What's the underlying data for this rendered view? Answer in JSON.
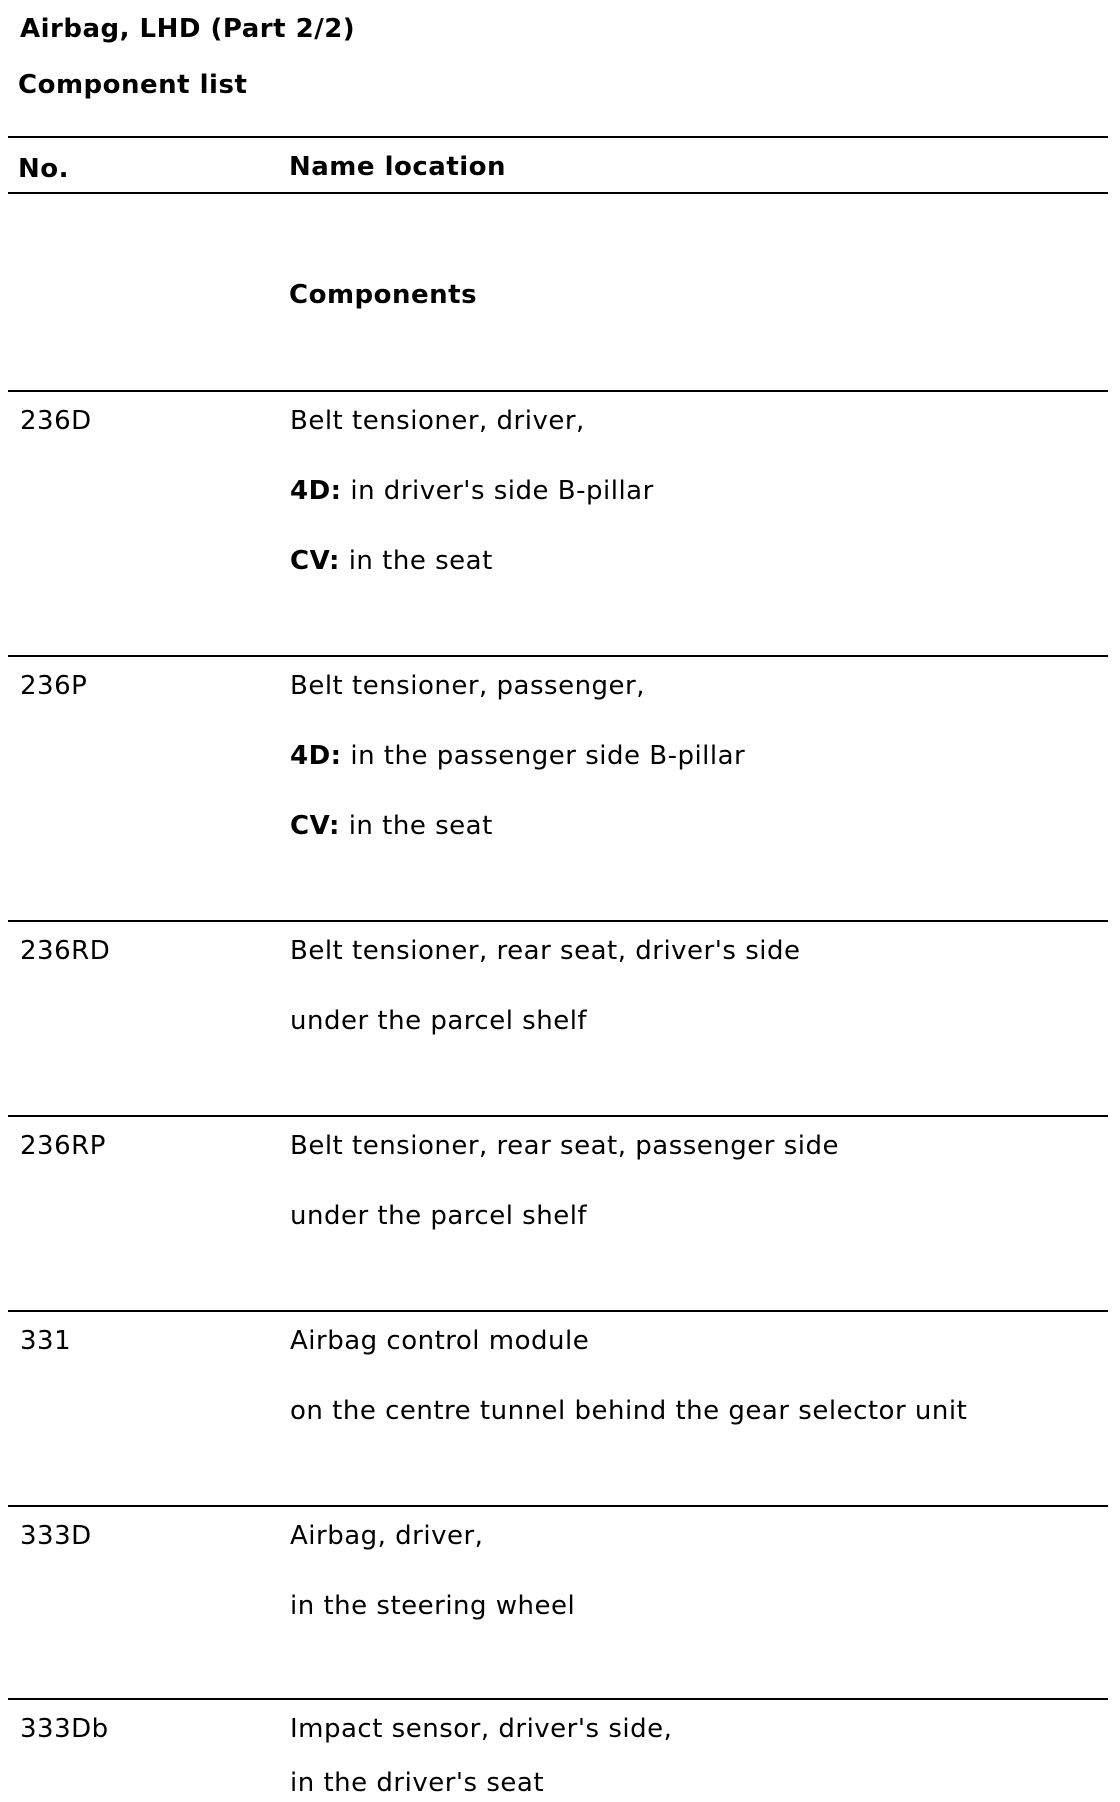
{
  "title": "Airbag, LHD (Part 2/2)",
  "subtitle": "Component list",
  "header": {
    "no": "No.",
    "name": "Name location"
  },
  "section_label": "Components",
  "entries": [
    {
      "no": "236D",
      "name": "Belt tensioner, driver,",
      "details": [
        {
          "label": "4D:",
          "text": " in driver's side B-pillar"
        },
        {
          "label": "CV:",
          "text": " in the seat"
        }
      ]
    },
    {
      "no": "236P",
      "name": "Belt tensioner, passenger,",
      "details": [
        {
          "label": "4D:",
          "text": " in the passenger side B-pillar"
        },
        {
          "label": "CV:",
          "text": " in the seat"
        }
      ]
    },
    {
      "no": "236RD",
      "name": "Belt tensioner, rear seat, driver's side",
      "details": [
        {
          "label": "",
          "text": "under the parcel shelf"
        }
      ]
    },
    {
      "no": "236RP",
      "name": "Belt tensioner, rear seat, passenger side",
      "details": [
        {
          "label": "",
          "text": "under the parcel shelf"
        }
      ]
    },
    {
      "no": "331",
      "name": "Airbag control module",
      "details": [
        {
          "label": "",
          "text": "on the centre tunnel behind the gear selector unit"
        }
      ]
    },
    {
      "no": "333D",
      "name": "Airbag, driver,",
      "details": [
        {
          "label": "",
          "text": "in the steering wheel"
        }
      ]
    },
    {
      "no": "333Db",
      "name": "Impact sensor, driver's side,",
      "details": [
        {
          "label": "",
          "text": " in the driver's seat"
        }
      ]
    }
  ]
}
